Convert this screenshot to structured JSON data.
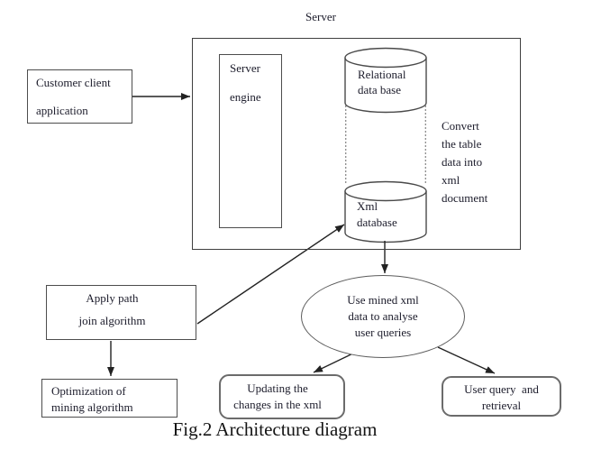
{
  "colors": {
    "background": "#ffffff",
    "text": "#1c1c2b",
    "box_border": "#4d4d4d",
    "server_border": "#3f3f3f",
    "rounded_border": "#6b6b6b",
    "ellipse_border": "#5c5c5c",
    "cylinder_stroke": "#4a4a4a",
    "arrow": "#222222"
  },
  "diagram": {
    "server_label": "Server",
    "customer_client": {
      "lines": [
        "Customer client",
        "application"
      ]
    },
    "server_engine": {
      "lines": [
        "Server",
        "engine"
      ]
    },
    "relational_db": {
      "lines": [
        "Relational",
        "data base"
      ]
    },
    "convert_note": {
      "lines": [
        "Convert",
        "the table",
        "data into",
        "xml",
        "document"
      ]
    },
    "xml_db": {
      "lines": [
        "Xml",
        "database"
      ]
    },
    "apply_path": {
      "lines": [
        "Apply path",
        "join algorithm"
      ]
    },
    "optimization": {
      "lines": [
        "Optimization of",
        "mining algorithm"
      ]
    },
    "analyse_ellipse": {
      "lines": [
        "Use mined xml",
        "data to analyse",
        "user queries"
      ]
    },
    "updating": {
      "lines": [
        "Updating the",
        "changes in the xml"
      ]
    },
    "user_query": {
      "lines": [
        "User query  and",
        "retrieval"
      ]
    },
    "caption": "Fig.2 Architecture diagram"
  }
}
